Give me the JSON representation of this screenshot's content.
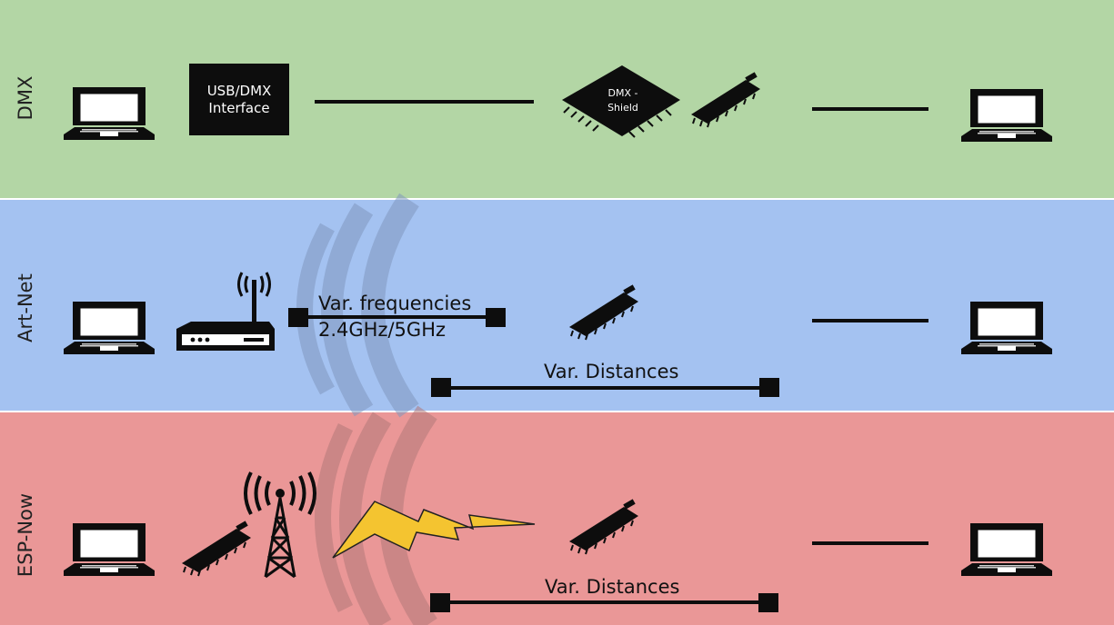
{
  "rows": [
    {
      "label": "DMX"
    },
    {
      "label": "Art-Net"
    },
    {
      "label": "ESP-Now"
    }
  ],
  "dmx": {
    "interface_line1": "USB/DMX",
    "interface_line2": "Interface",
    "shield_line1": "DMX -",
    "shield_line2": "Shield"
  },
  "artnet": {
    "freq_line1": "Var. frequencies",
    "freq_line2": "2.4GHz/5GHz",
    "distance": "Var. Distances"
  },
  "espnow": {
    "distance": "Var. Distances"
  },
  "colors": {
    "dmx_band": "#b3d6a5",
    "artnet_band": "#a4c2f1",
    "espnow_band": "#ea9797",
    "lightning": "#f4c430"
  }
}
